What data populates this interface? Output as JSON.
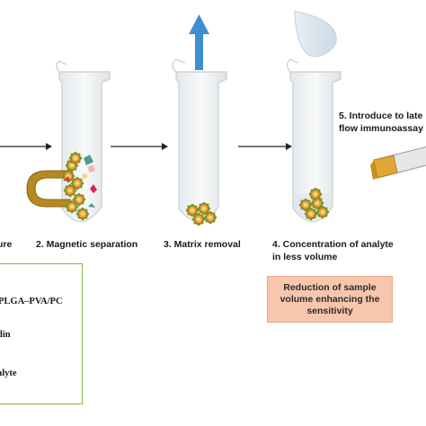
{
  "steps": {
    "step1_label": "ure",
    "step2_label": "2. Magnetic separation",
    "step3_label": "3. Matrix removal",
    "step4_line1": "4. Concentration of analyte",
    "step4_line2": "in less volume",
    "step5_line1": "5. Introduce to late",
    "step5_line2": "flow immunoassay"
  },
  "callout": {
    "text": "Reduction of sample volume enhancing the sensitivity"
  },
  "legend": {
    "item1": "PLGA–PVA/PC",
    "item2": "din",
    "item3": "alyte"
  },
  "colors": {
    "tube_outline": "#cfd3d6",
    "tube_fill": "#eef1f3",
    "arrow": "#222222",
    "up_arrow": "#3e8fd2",
    "drop": "#d7e3ee",
    "magnet": "#b58a1e",
    "particle_ring": "#b87a1a",
    "particle_spike": "#5da332",
    "analyte": "#e0205a",
    "callout_bg": "#f7c6ad",
    "legend_border": "#7dbb45"
  }
}
